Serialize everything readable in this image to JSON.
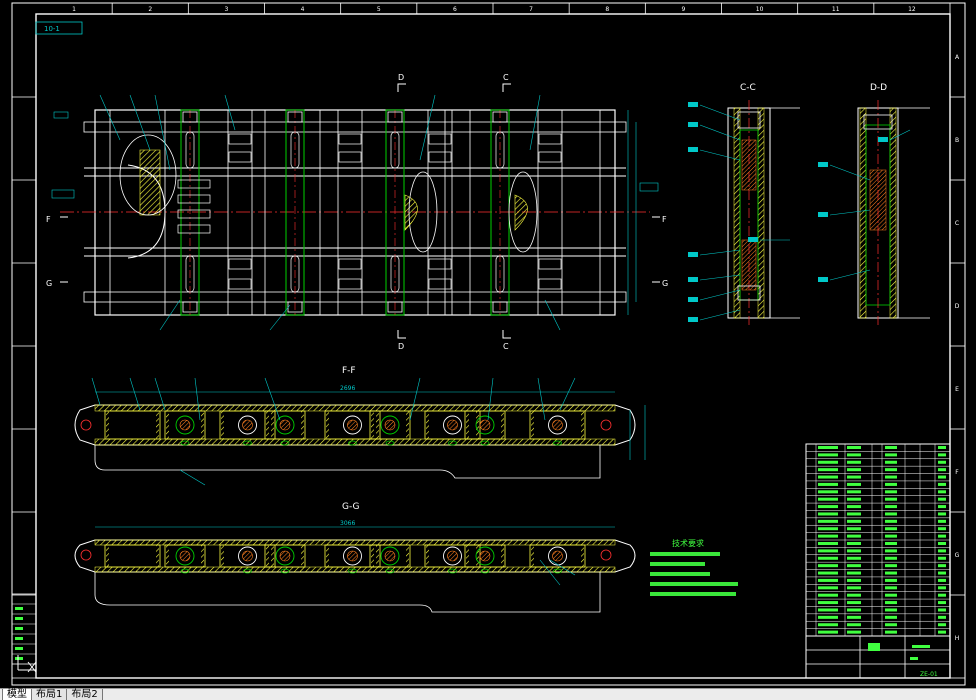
{
  "drawing": {
    "frame_top_numbers": [
      "1",
      "2",
      "3",
      "4",
      "5",
      "6",
      "7",
      "8",
      "9",
      "10",
      "11",
      "12"
    ],
    "frame_side_letters": [
      "A",
      "B",
      "C",
      "D",
      "E",
      "F",
      "G",
      "H"
    ],
    "sheet_code": "10-1",
    "section_labels": {
      "cc": "C-C",
      "dd": "D-D",
      "ff": "F-F",
      "gg": "G-G"
    },
    "cut_markers": {
      "d_top": "D",
      "c_top": "C",
      "d_bottom": "D",
      "c_bottom": "C",
      "f_left": "F",
      "g_left": "G",
      "f_right": "F",
      "g_right": "G"
    },
    "dimension_ff": "2696",
    "dimension_gg": "3066",
    "notes_title": "技术要求"
  },
  "title_block": {
    "drawing_no": "ZE-01"
  },
  "layout_tabs": [
    {
      "label": "模型",
      "active": true
    },
    {
      "label": "布局1",
      "active": false
    },
    {
      "label": "布局2",
      "active": false
    }
  ],
  "colors": {
    "background": "#000000",
    "frame": "#ffffff",
    "outline": "#ffffff",
    "hidden_green": "#00d000",
    "centerline_red": "#ff3030",
    "hatch_yellow": "#ffff40",
    "dimension_cyan": "#00c8c8",
    "note_green": "#40ff40"
  }
}
